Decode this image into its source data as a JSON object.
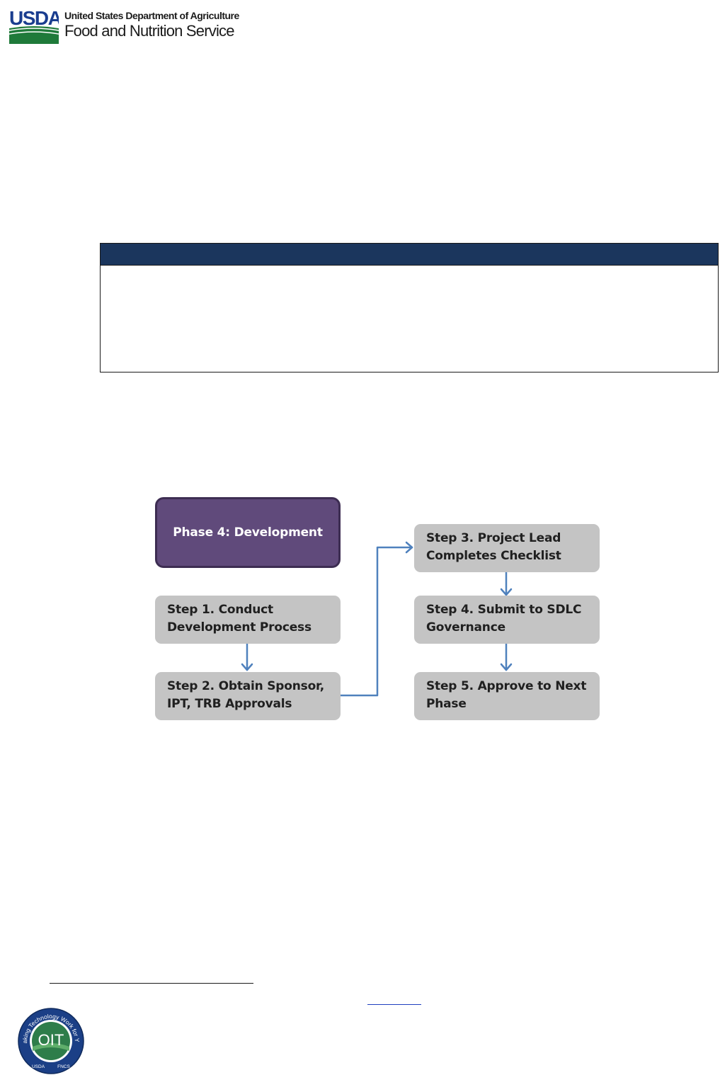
{
  "header": {
    "logo_mark": "USDA",
    "logo_line1": "United States Department of Agriculture",
    "logo_line2": "Food and Nutrition Service"
  },
  "diagram": {
    "phase": "Phase 4: Development",
    "steps": [
      {
        "line1": "Step 1. Conduct",
        "line2": "Development Process"
      },
      {
        "line1": "Step 2. Obtain Sponsor,",
        "line2": "IPT, TRB Approvals"
      },
      {
        "line1": "Step 3. Project Lead",
        "line2": "Completes Checklist"
      },
      {
        "line1": "Step 4. Submit to SDLC",
        "line2": "Governance"
      },
      {
        "line1": "Step 5. Approve to Next",
        "line2": "Phase"
      }
    ]
  },
  "seal": {
    "center_text": "OIT",
    "ring_text": "Making Technology Work for You",
    "bottom_left": "USDA",
    "bottom_right": "FNCS"
  },
  "colors": {
    "header_bar": "#1b365d",
    "phase_fill": "#604a7b",
    "step_fill": "#c4c4c4",
    "arrow": "#4f81bd",
    "usda_blue": "#1a3d8f",
    "usda_green": "#1f7a3a"
  }
}
